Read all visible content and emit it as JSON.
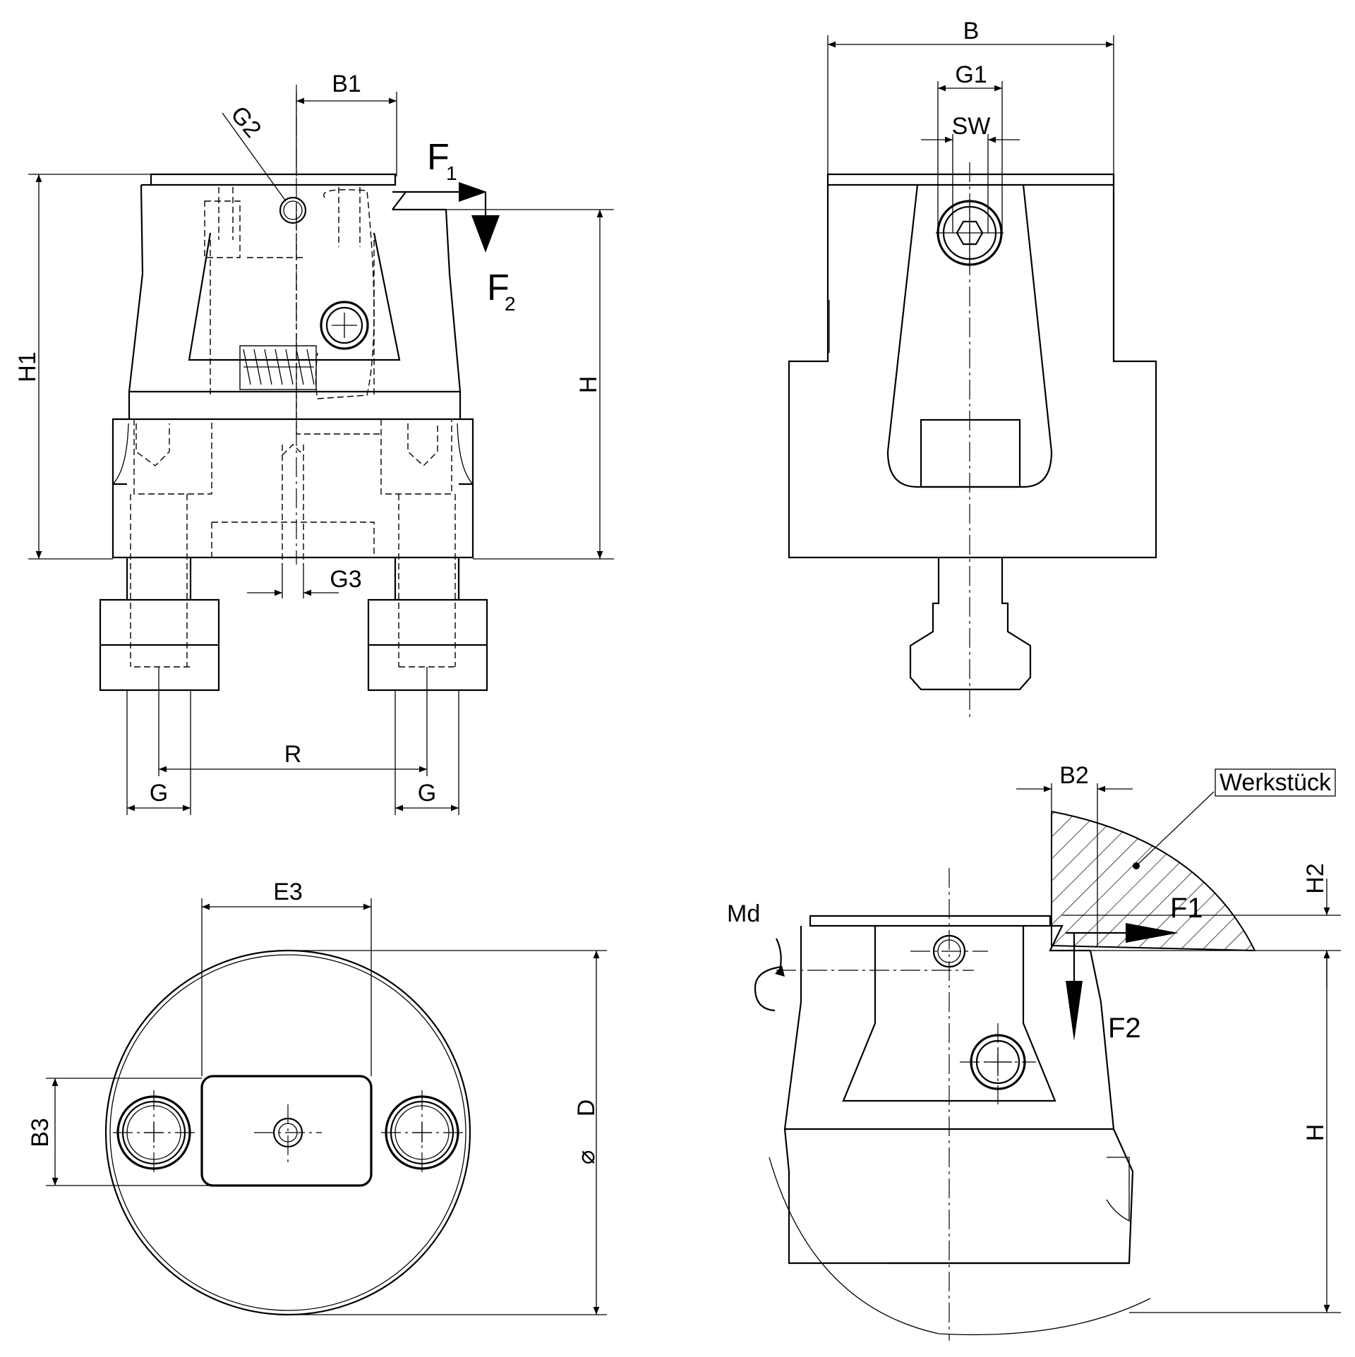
{
  "labels": {
    "b1": "B1",
    "g2": "G2",
    "f1_main": "F",
    "f1_sub": "1",
    "f2_main": "F",
    "f2_sub": "2",
    "h1": "H1",
    "h_front": "H",
    "g3": "G3",
    "r": "R",
    "g_left": "G",
    "g_right": "G",
    "b": "B",
    "g1": "G1",
    "sw": "SW",
    "e3": "E3",
    "b3": "B3",
    "diameter_d": "D",
    "diameter_symbol": "⌀",
    "md": "Md",
    "b2": "B2",
    "werkstueck": "Werkstück",
    "h2": "H2",
    "f1_detail": "F1",
    "f2_detail": "F2",
    "h_detail": "H"
  }
}
